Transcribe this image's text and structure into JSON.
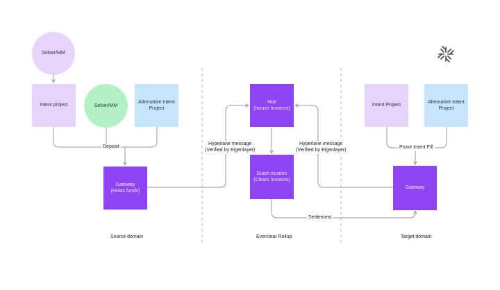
{
  "nodes": {
    "solver_mm_top": "Solver/MM",
    "intent_project_left": "Intent project",
    "solver_mm_green": "Solver/MM",
    "alt_intent_left": "Alternative Intent\nProject",
    "gateway_source": "Gateway\n(Holds funds)",
    "hub": "Hub\n(Issues Invoices)",
    "dutch_auction": "Dutch Auction\n(Clears Invoices)",
    "intent_project_right": "Intent Project",
    "alt_intent_right": "Alternative Intent\nProject",
    "gateway_target": "Gateway"
  },
  "edge_labels": {
    "deposit": "Deposit",
    "hyperlane_left": "Hyperlane message\n(Verified by Eigenlayer)",
    "hyperlane_right": "Hyperlane message\n(Verified by Eigenlayer)",
    "prove_intent_fill": "Prove Intent Fill",
    "settlement": "Settlement"
  },
  "domains": {
    "source": "Source domain",
    "everclear": "Everclear Rollup",
    "target": "Target domain"
  },
  "colors": {
    "lavender": "#e6d4fb",
    "mint": "#b4f0c6",
    "sky": "#c6e4fb",
    "purple": "#8e44f2",
    "line": "#9a9a9a"
  }
}
